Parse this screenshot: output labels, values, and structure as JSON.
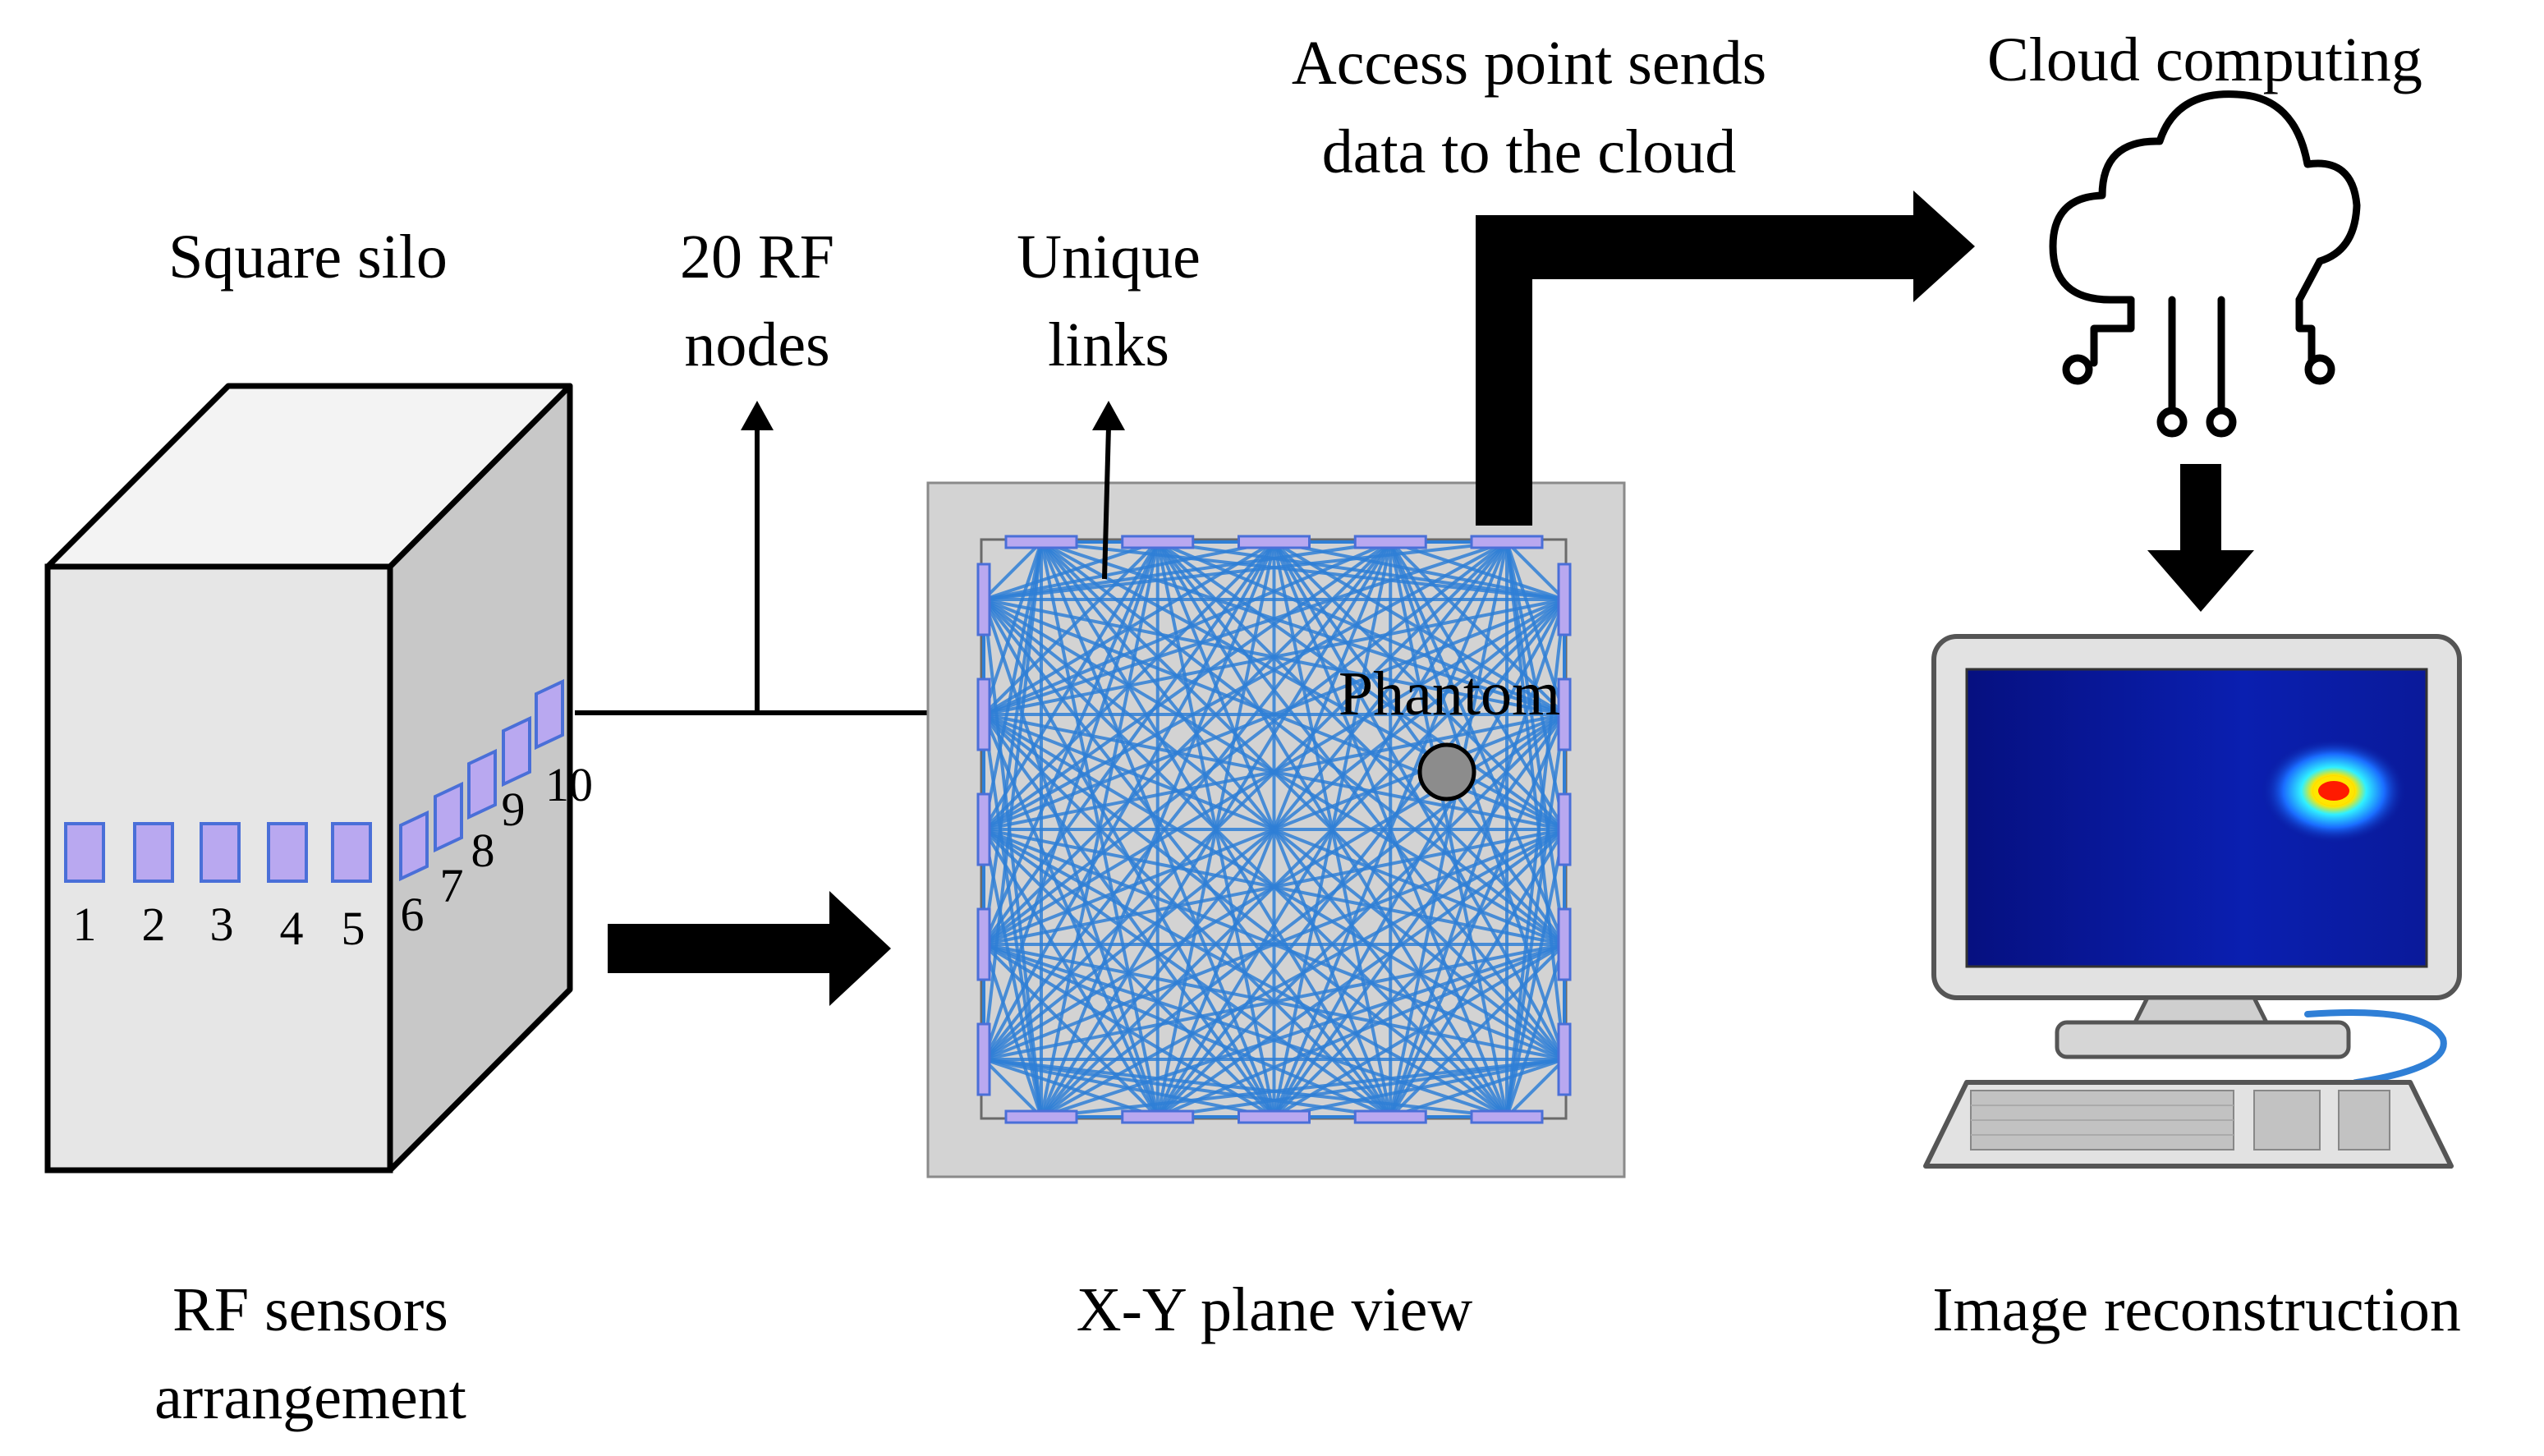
{
  "labels": {
    "square_silo": "Square silo",
    "rf_nodes_line1": "20 RF",
    "rf_nodes_line2": "nodes",
    "unique_links_line1": "Unique",
    "unique_links_line2": "links",
    "access_point_line1": "Access point sends",
    "access_point_line2": "data to the cloud",
    "cloud_computing": "Cloud computing",
    "phantom": "Phantom",
    "rf_sensors_line1": "RF sensors",
    "rf_sensors_line2": "arrangement",
    "xy_plane_view": "X-Y plane view",
    "image_reconstruction": "Image reconstruction"
  },
  "sensor_numbers": [
    "1",
    "2",
    "3",
    "4",
    "5",
    "6",
    "7",
    "8",
    "9",
    "10"
  ],
  "rf_node_count": 20,
  "colors": {
    "sensor_fill": "#b9a8f0",
    "sensor_stroke": "#4a6fd8",
    "link_color": "#2f7fd6",
    "silo_front": "#e6e6e6",
    "silo_side": "#c8c8c8",
    "plane_bg": "#d3d3d3",
    "phantom_fill": "#8c8c8c",
    "heatmap_bg": "#0a1a9a",
    "heatmap_hot": "#ff2000",
    "arrow": "#000000"
  },
  "icons": [
    "cloud-network-icon",
    "desktop-computer-icon",
    "keyboard-icon",
    "mouse-cable-icon"
  ]
}
